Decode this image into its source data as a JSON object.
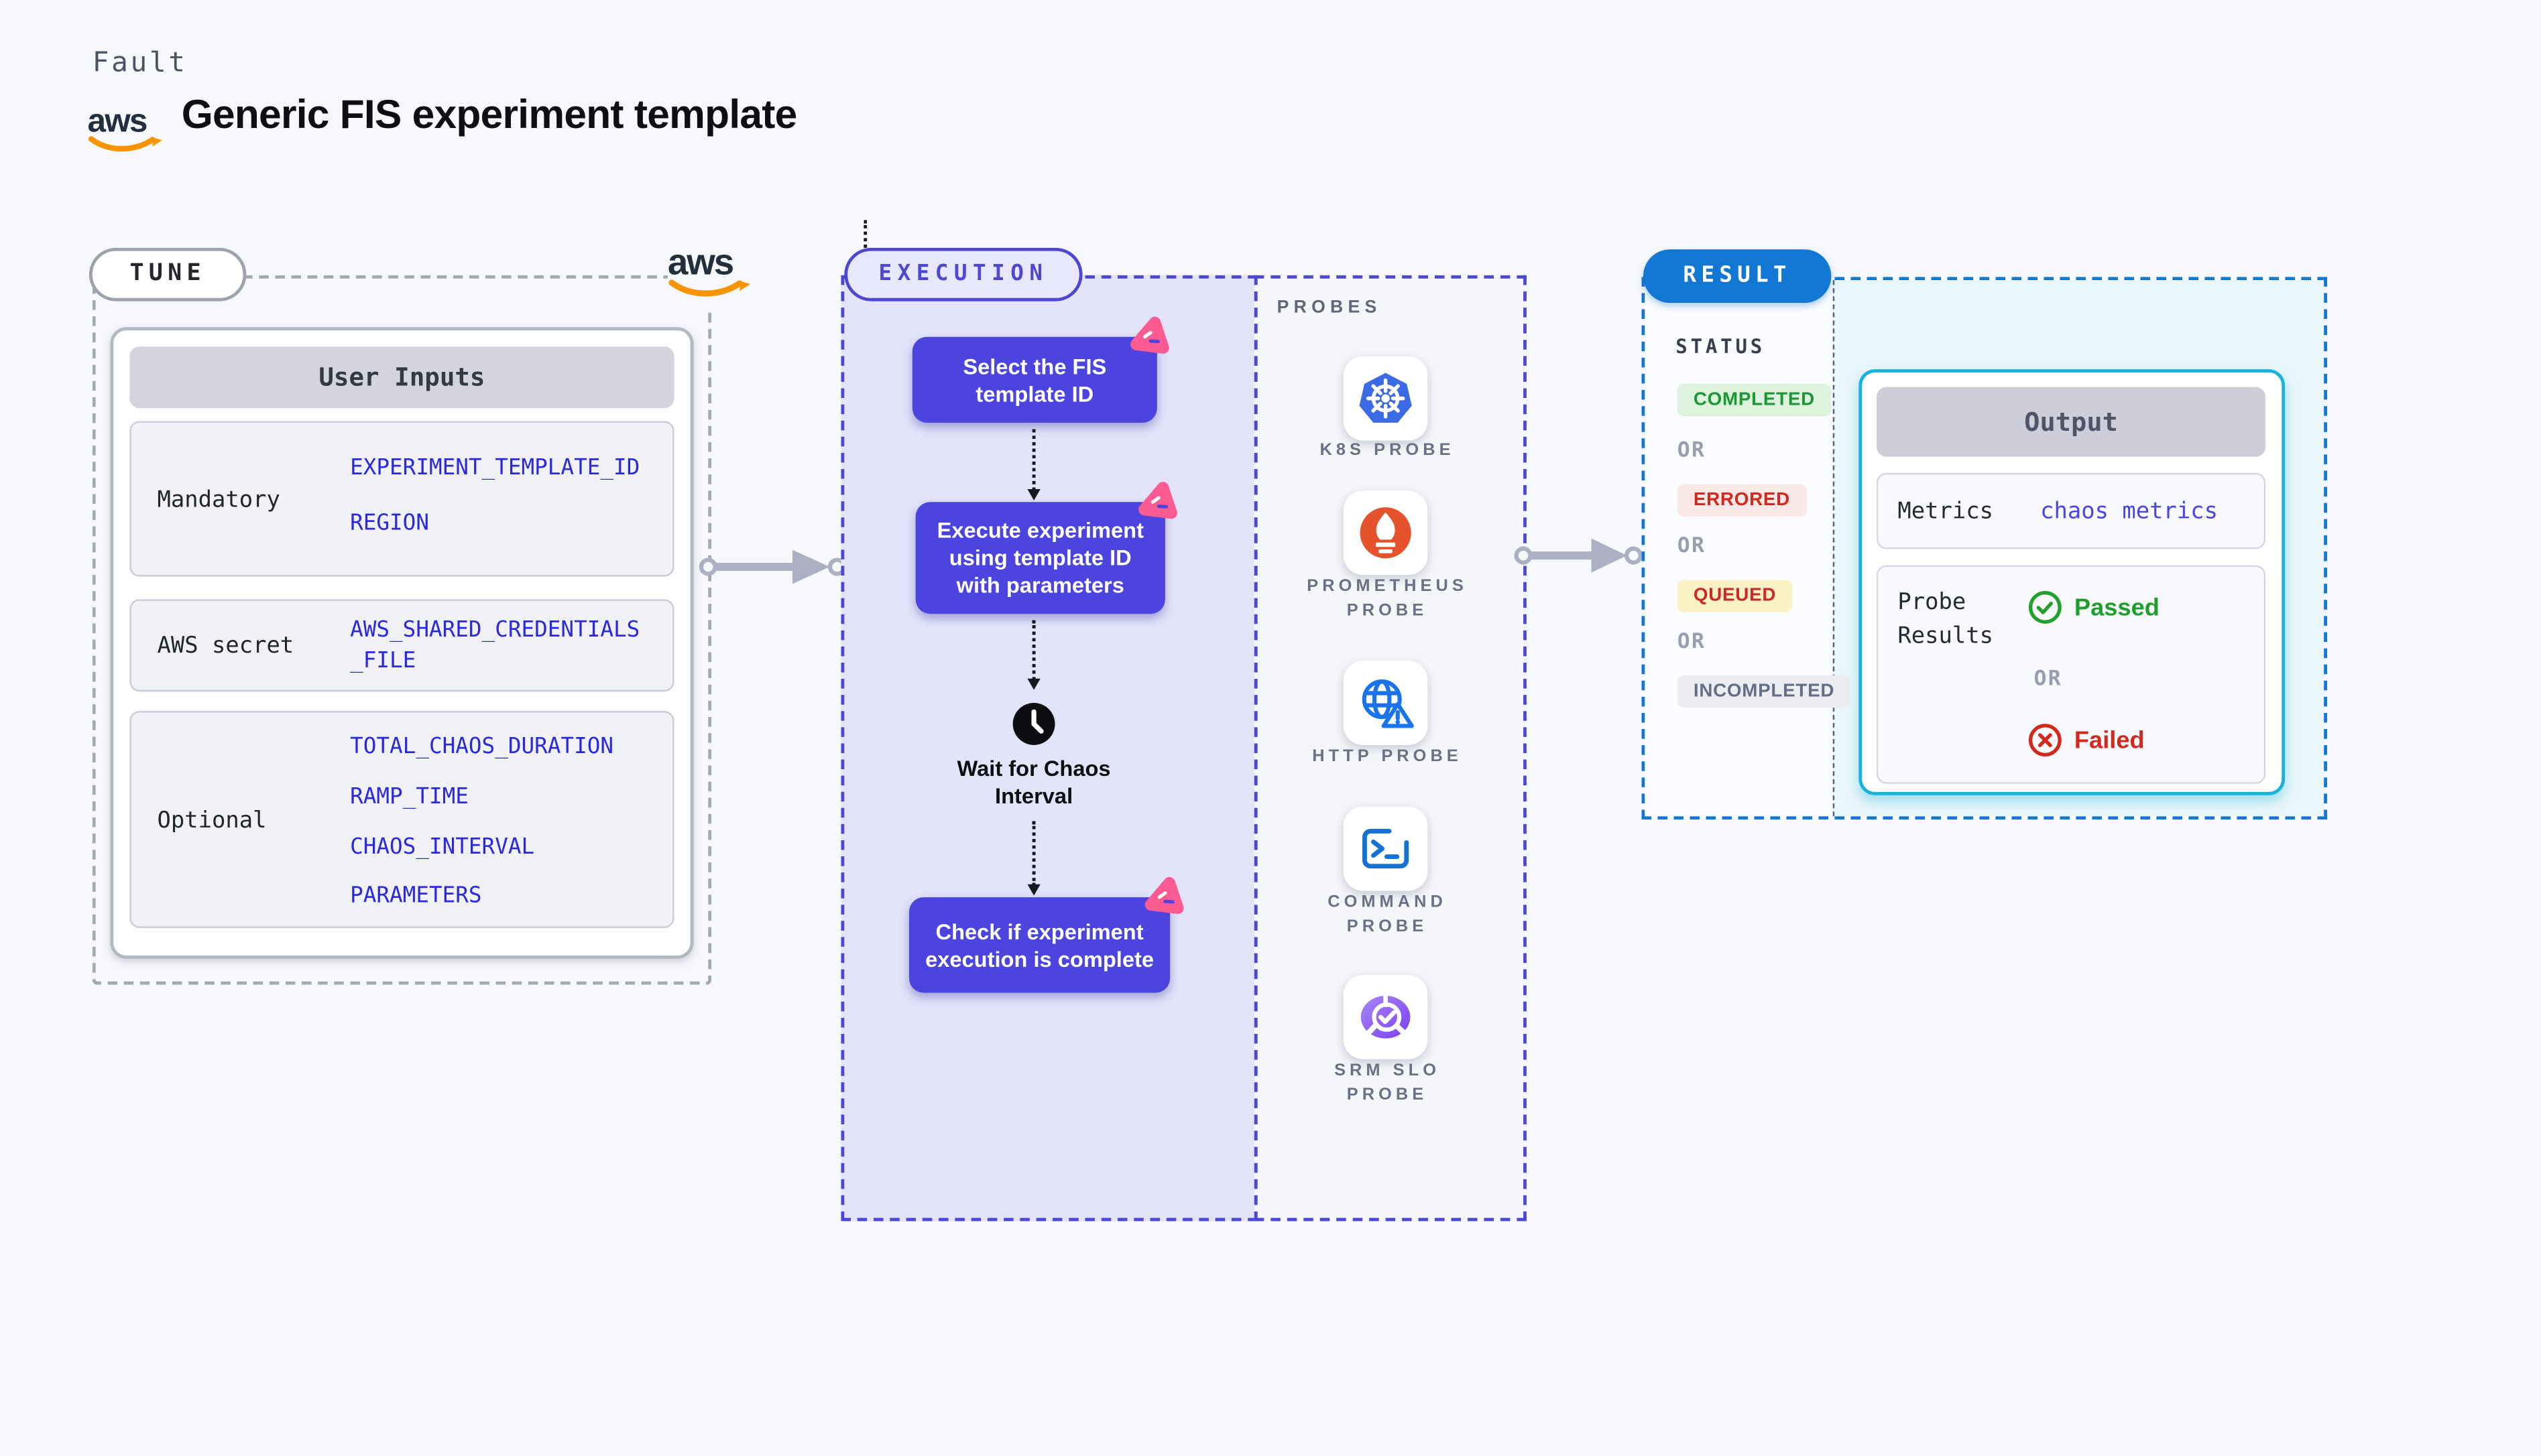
{
  "header": {
    "overline": "Fault",
    "title": "Generic FIS experiment template"
  },
  "logos": {
    "aws_text": "aws"
  },
  "tune": {
    "label": "TUNE",
    "table_title": "User Inputs",
    "rows": [
      {
        "label": "Mandatory",
        "values": [
          "EXPERIMENT_TEMPLATE_ID",
          "REGION"
        ]
      },
      {
        "label": "AWS secret",
        "values": [
          "AWS_SHARED_CREDENTIALS\n_FILE"
        ]
      },
      {
        "label": "Optional",
        "values": [
          "TOTAL_CHAOS_DURATION",
          "RAMP_TIME",
          "CHAOS_INTERVAL",
          "PARAMETERS"
        ]
      }
    ]
  },
  "execution": {
    "label": "EXECUTION",
    "steps": [
      {
        "text": "Select the FIS\ntemplate ID"
      },
      {
        "text": "Execute experiment\nusing template ID\nwith parameters"
      },
      {
        "text": "Wait for Chaos\nInterval"
      },
      {
        "text": "Check if experiment\nexecution is complete"
      }
    ]
  },
  "probes": {
    "label": "PROBES",
    "items": [
      {
        "name": "K8S PROBE",
        "icon": "kubernetes-icon"
      },
      {
        "name": "PROMETHEUS\nPROBE",
        "icon": "prometheus-icon"
      },
      {
        "name": "HTTP PROBE",
        "icon": "http-globe-icon"
      },
      {
        "name": "COMMAND\nPROBE",
        "icon": "terminal-icon"
      },
      {
        "name": "SRM SLO\nPROBE",
        "icon": "srm-slo-icon"
      }
    ]
  },
  "result": {
    "label": "RESULT",
    "status_title": "STATUS",
    "or_label": "OR",
    "statuses": [
      {
        "label": "COMPLETED",
        "color": "#1d9636"
      },
      {
        "label": "ERRORED",
        "color": "#d2281e"
      },
      {
        "label": "QUEUED",
        "color": "#cd2727"
      },
      {
        "label": "INCOMPLETED",
        "color": "#666e85"
      }
    ],
    "output": {
      "title": "Output",
      "metrics_label": "Metrics",
      "metrics_value": "chaos metrics",
      "probe_label": "Probe\nResults",
      "passed_label": "Passed",
      "failed_label": "Failed"
    }
  },
  "colors": {
    "accent_indigo": "#4d47d3",
    "step_purple": "#4b44de",
    "experiment_pink": "#fb5b93",
    "result_blue": "#1277d3",
    "output_cyan": "#17b2dd",
    "value_blue": "#2b28e0",
    "aws_orange": "#f79400",
    "kubernetes_blue": "#3a6be4",
    "prometheus_orange": "#e6522c",
    "srm_purple": "#7c3ff0"
  }
}
